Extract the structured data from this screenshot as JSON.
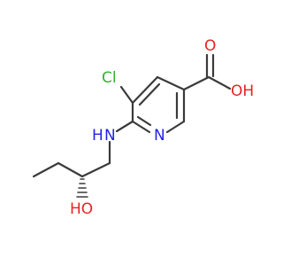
{
  "molecule": {
    "atoms": {
      "cl": "Cl",
      "ring_n": "N",
      "amine_n": "N",
      "amine_h": "H",
      "acid_o": "O",
      "hydroxyl": "OH",
      "ring_oh": "HO"
    },
    "colors": {
      "chlorine": "#2fb52f",
      "nitrogen": "#2323e6",
      "oxygen": "#e62323",
      "bond": "#3a3a3a"
    }
  }
}
